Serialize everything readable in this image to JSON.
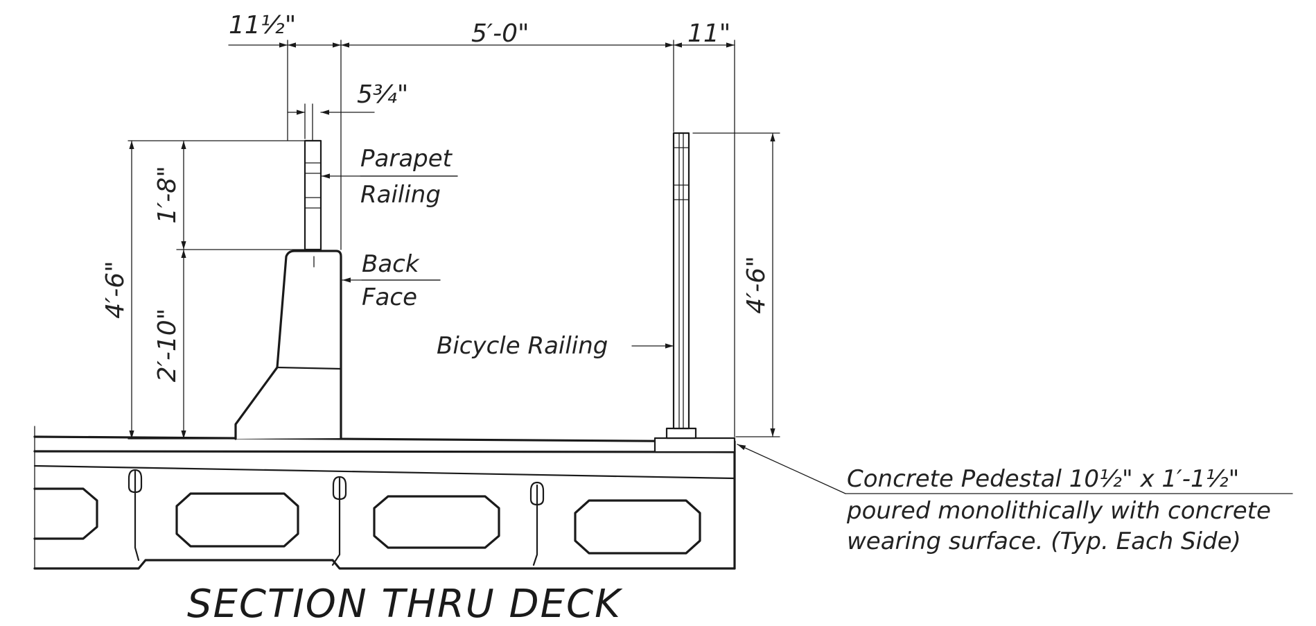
{
  "title": "SECTION THRU DECK",
  "dimensions": {
    "left_offset": "11½\"",
    "center_span": "5′-0\"",
    "right_offset": "11\"",
    "railing_width": "5¾\"",
    "parapet_height": "1′-8\"",
    "barrier_height": "2′-10\"",
    "total_height_left": "4′-6\"",
    "total_height_right": "4′-6\""
  },
  "labels": {
    "parapet_line1": "Parapet",
    "parapet_line2": "Railing",
    "back_line1": "Back",
    "back_line2": "Face",
    "bicycle_railing": "Bicycle Railing",
    "pedestal_line1": "Concrete Pedestal 10½\" x 1′-1½\"",
    "pedestal_line2": "poured monolithically with concrete",
    "pedestal_line3": "wearing surface. (Typ. Each Side)"
  }
}
